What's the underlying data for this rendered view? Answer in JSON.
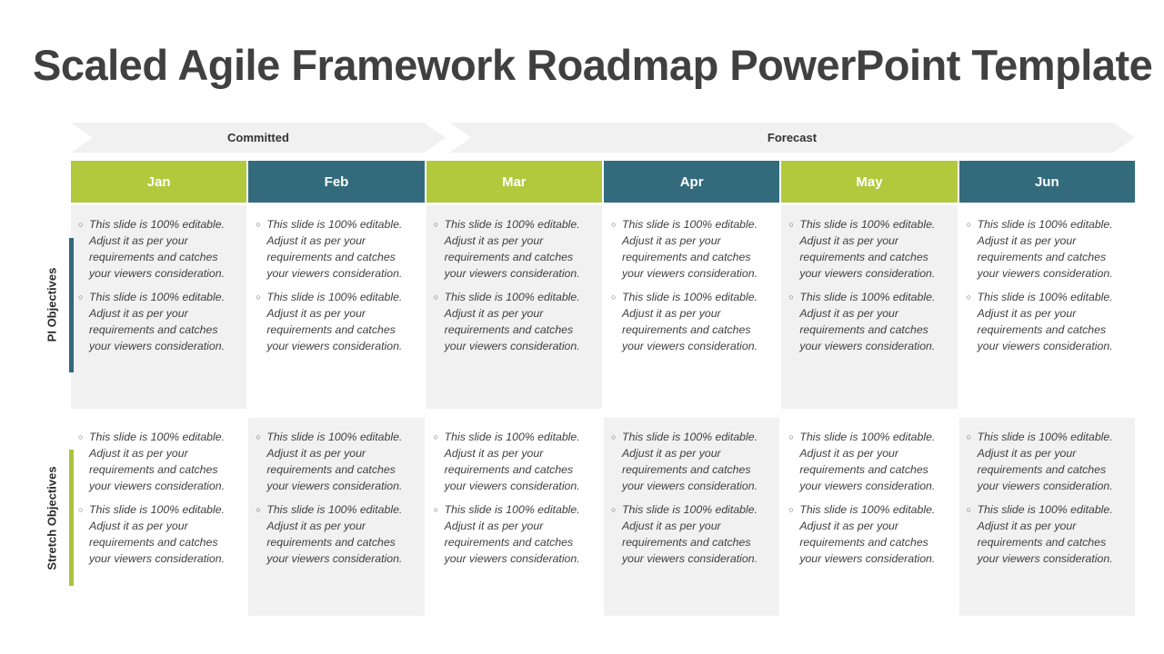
{
  "slide": {
    "title": "Scaled Agile Framework Roadmap PowerPoint Template"
  },
  "colors": {
    "green": "#b2c93e",
    "teal": "#336b7d",
    "shaded_cell": "#f1f1f1",
    "plain_cell": "#ffffff",
    "banner": "#f1f1f1",
    "title_text": "#404040",
    "body_text": "#3f3f3f"
  },
  "phases": [
    {
      "label": "Committed"
    },
    {
      "label": "Forecast"
    }
  ],
  "months": [
    {
      "label": "Jan",
      "color": "#b2c93e"
    },
    {
      "label": "Feb",
      "color": "#336b7d"
    },
    {
      "label": "Mar",
      "color": "#b2c93e"
    },
    {
      "label": "Apr",
      "color": "#336b7d"
    },
    {
      "label": "May",
      "color": "#b2c93e"
    },
    {
      "label": "Jun",
      "color": "#336b7d"
    }
  ],
  "bullet_marker": "○",
  "body_text": "This slide is 100%  editable. Adjust it as per your requirements and catches your viewers consideration.",
  "rows": [
    {
      "label": "PI Objectives",
      "accent_color": "#32687a",
      "cells": [
        {
          "shaded": true,
          "bullets": [
            "This slide is 100%  editable. Adjust it as per your requirements and catches your viewers consideration.",
            "This slide is 100%  editable. Adjust it as per your requirements and catches your viewers consideration."
          ]
        },
        {
          "shaded": false,
          "bullets": [
            "This slide is 100%  editable. Adjust it as per your requirements and catches your viewers consideration.",
            "This slide is 100%  editable. Adjust it as per your requirements and catches your viewers consideration."
          ]
        },
        {
          "shaded": true,
          "bullets": [
            "This slide is 100%  editable. Adjust it as per your requirements and catches your viewers consideration.",
            "This slide is 100%  editable. Adjust it as per your requirements and catches your viewers consideration."
          ]
        },
        {
          "shaded": false,
          "bullets": [
            "This slide is 100%  editable. Adjust it as per your requirements and catches your viewers consideration.",
            "This slide is 100%  editable. Adjust it as per your requirements and catches your viewers consideration."
          ]
        },
        {
          "shaded": true,
          "bullets": [
            "This slide is 100%  editable. Adjust it as per your requirements and catches your viewers consideration.",
            "This slide is 100%  editable. Adjust it as per your requirements and catches your viewers consideration."
          ]
        },
        {
          "shaded": false,
          "bullets": [
            "This slide is 100%  editable. Adjust it as per your requirements and catches your viewers consideration.",
            "This slide is 100%  editable. Adjust it as per your requirements and catches your viewers consideration."
          ]
        }
      ]
    },
    {
      "label": "Stretch Objectives",
      "accent_color": "#aac43e",
      "cells": [
        {
          "shaded": false,
          "bullets": [
            "This slide is 100%  editable. Adjust it as per your requirements and catches your viewers consideration.",
            "This slide is 100%  editable. Adjust it as per your requirements and catches your viewers consideration."
          ]
        },
        {
          "shaded": true,
          "bullets": [
            "This slide is 100%  editable. Adjust it as per your requirements and catches your viewers consideration.",
            "This slide is 100%  editable. Adjust it as per your requirements and catches your viewers consideration."
          ]
        },
        {
          "shaded": false,
          "bullets": [
            "This slide is 100%  editable. Adjust it as per your requirements and catches your viewers consideration.",
            "This slide is 100%  editable. Adjust it as per your requirements and catches your viewers consideration."
          ]
        },
        {
          "shaded": true,
          "bullets": [
            "This slide is 100%  editable. Adjust it as per your requirements and catches your viewers consideration.",
            "This slide is 100%  editable. Adjust it as per your requirements and catches your viewers consideration."
          ]
        },
        {
          "shaded": false,
          "bullets": [
            "This slide is 100%  editable. Adjust it as per your requirements and catches your viewers consideration.",
            "This slide is 100%  editable. Adjust it as per your requirements and catches your viewers consideration."
          ]
        },
        {
          "shaded": true,
          "bullets": [
            "This slide is 100%  editable. Adjust it as per your requirements and catches your viewers consideration.",
            "This slide is 100%  editable. Adjust it as per your requirements and catches your viewers consideration."
          ]
        }
      ]
    }
  ]
}
